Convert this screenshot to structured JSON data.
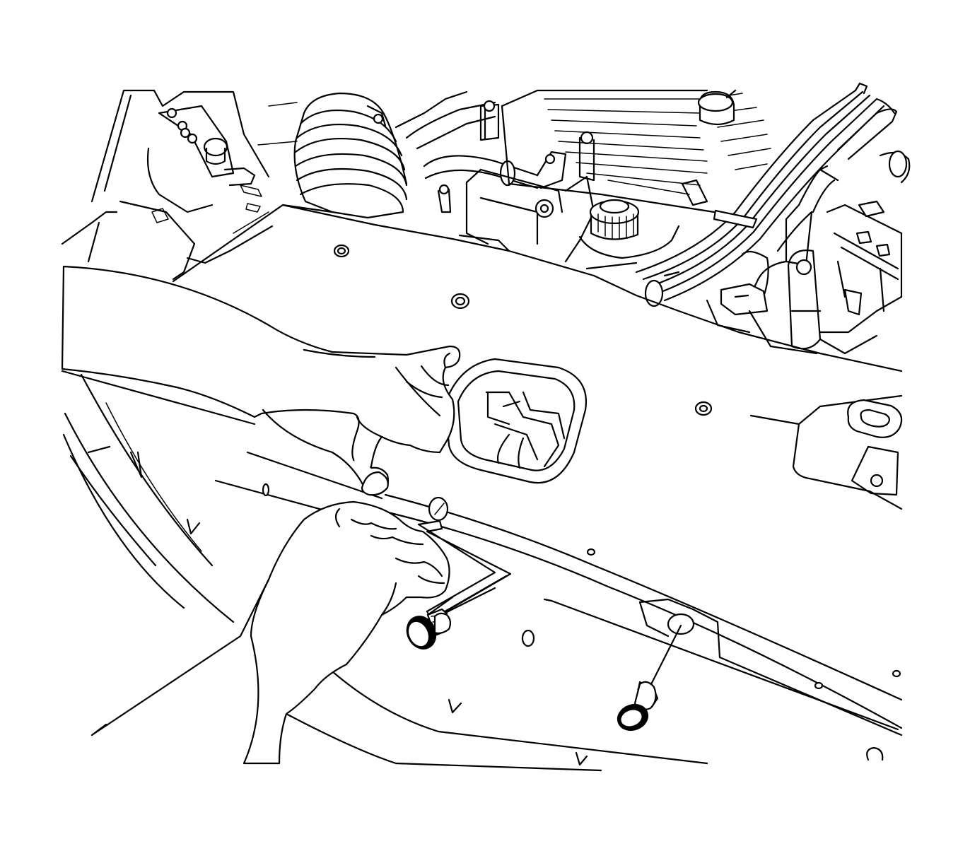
{
  "figure": {
    "ink_color": "#000000",
    "paper_color": "#ffffff",
    "elements": [
      "engine-compartment",
      "radiator-support-cover",
      "left-hand",
      "right-hand",
      "push-pin-retainer-left",
      "push-pin-retainer-right",
      "leader-arrow"
    ]
  }
}
